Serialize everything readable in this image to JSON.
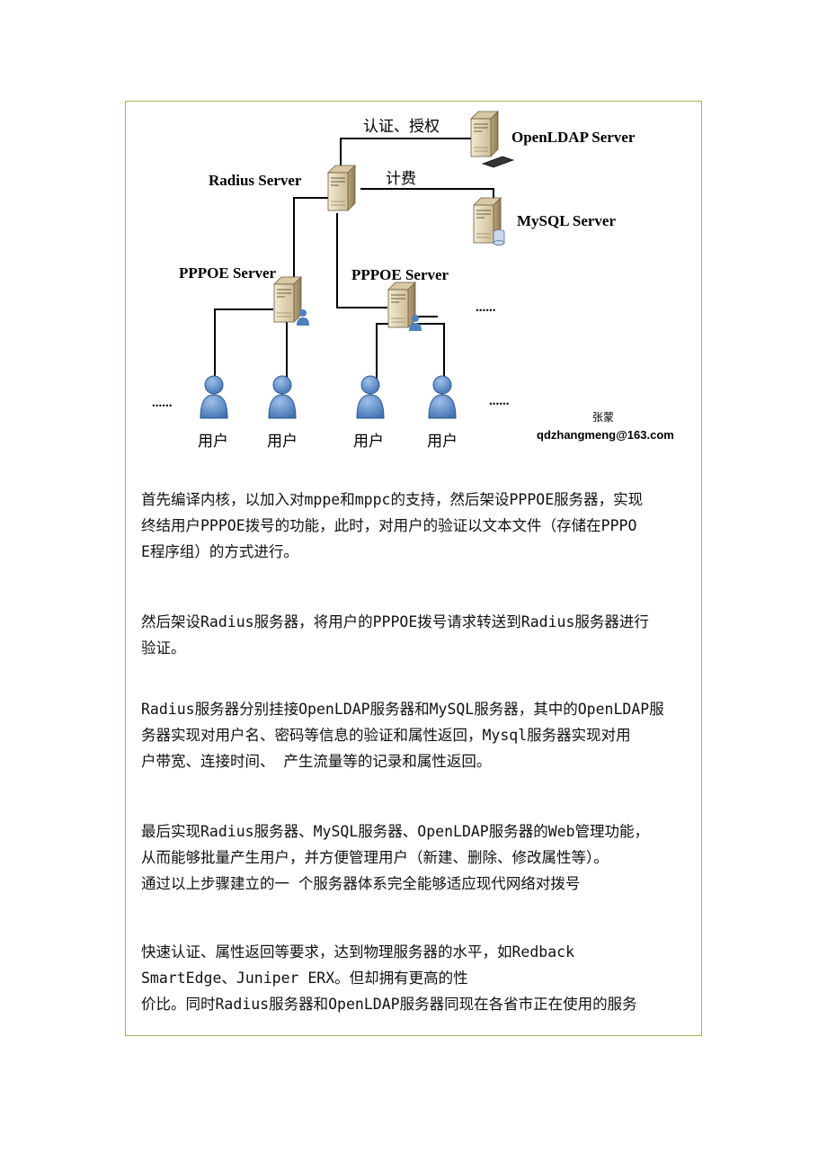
{
  "diagram": {
    "auth_label": "认证、授权",
    "billing_label": "计费",
    "radius_server": "Radius Server",
    "openldap_server": "OpenLDAP Server",
    "mysql_server": "MySQL Server",
    "pppoe_server_left": "PPPOE Server",
    "pppoe_server_right": "PPPOE Server",
    "ellipsis_pppoe": "......",
    "ellipsis_left": "......",
    "ellipsis_right": "......",
    "users": [
      "用户",
      "用户",
      "用户",
      "用户"
    ],
    "author_name": "张蒙",
    "author_email": "qdzhangmeng@163.com"
  },
  "paragraphs": [
    [
      "首先编译内核，以加入对mppe和mppc的支持，然后架设PPPOE服务器，实现",
      "终结用户PPPOE拨号的功能，此时，对用户的验证以文本文件（存储在PPPO",
      "E程序组）的方式进行。"
    ],
    [
      "然后架设Radius服务器，将用户的PPPOE拨号请求转送到Radius服务器进行",
      "验证。"
    ],
    [
      "Radius服务器分别挂接OpenLDAP服务器和MySQL服务器，其中的OpenLDAP服",
      "务器实现对用户名、密码等信息的验证和属性返回，Mysql服务器实现对用",
      "户带宽、连接时间、 产生流量等的记录和属性返回。"
    ],
    [
      "最后实现Radius服务器、MySQL服务器、OpenLDAP服务器的Web管理功能，",
      "从而能够批量产生用户，并方便管理用户（新建、删除、修改属性等）。",
      "通过以上步骤建立的一 个服务器体系完全能够适应现代网络对拨号"
    ],
    [
      "快速认证、属性返回等要求，达到物理服务器的水平，如Redback",
      "SmartEdge、Juniper ERX。但却拥有更高的性",
      "价比。同时Radius服务器和OpenLDAP服务器同现在各省市正在使用的服务"
    ]
  ],
  "colors": {
    "frame_border": "#9bbb59",
    "user_icon": "#4f81bd",
    "server_body": "#e8dcc0"
  }
}
